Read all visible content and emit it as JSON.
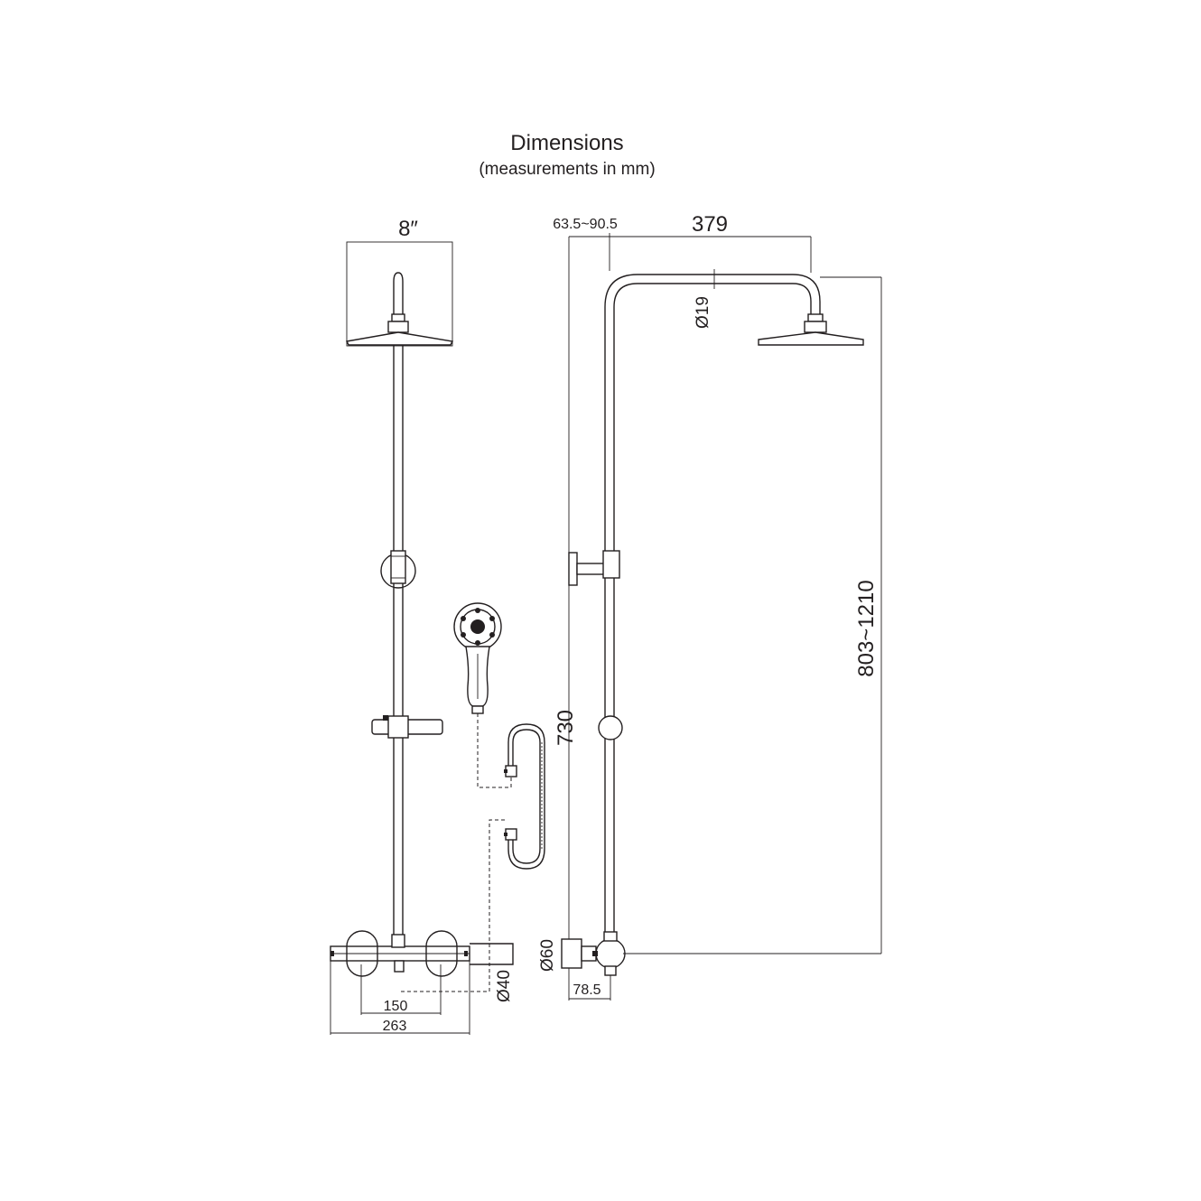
{
  "header": {
    "title": "Dimensions",
    "subtitle": "(measurements in mm)"
  },
  "front_view": {
    "head_size": "8″",
    "valve_centers": "150",
    "valve_width": "263",
    "inlet_diameter": "Ø40"
  },
  "side_view": {
    "wall_offset": "63.5~90.5",
    "arm_reach": "379",
    "pipe_diameter": "Ø19",
    "height_range": "803~1210",
    "rail_height": "730",
    "flange_diameter": "Ø60",
    "flange_depth": "78.5"
  }
}
